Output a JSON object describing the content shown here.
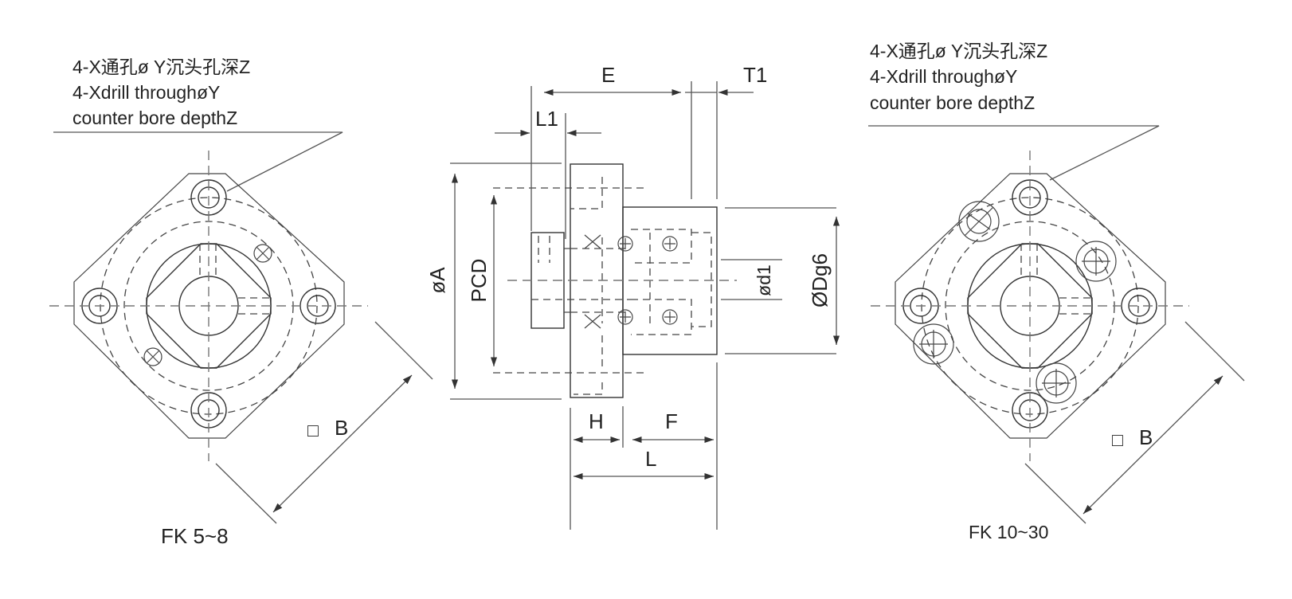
{
  "left_view": {
    "note_cn": "4-X通孔ø Y沉头孔深Z",
    "note_en_1": "4-Xdrill throughøY",
    "note_en_2": "counter bore depthZ",
    "square_label": "□",
    "b_label": "B",
    "caption": "FK 5~8"
  },
  "right_view": {
    "note_cn": "4-X通孔ø Y沉头孔深Z",
    "note_en_1": "4-Xdrill throughøY",
    "note_en_2": "counter bore depthZ",
    "square_label": "□",
    "b_label": "B",
    "caption": "FK 10~30"
  },
  "side_view": {
    "E": "E",
    "T1": "T1",
    "L1": "L1",
    "A": "øA",
    "PCD": "PCD",
    "d1": "ød1",
    "Dg6": "ØDg6",
    "H": "H",
    "F": "F",
    "L": "L"
  }
}
